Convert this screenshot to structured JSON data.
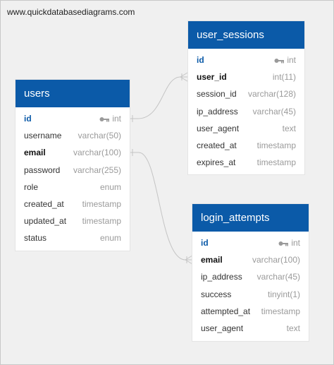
{
  "watermark": "www.quickdatabasediagrams.com",
  "tables": {
    "users": {
      "title": "users",
      "columns": [
        {
          "name": "id",
          "type": "int"
        },
        {
          "name": "username",
          "type": "varchar(50)"
        },
        {
          "name": "email",
          "type": "varchar(100)"
        },
        {
          "name": "password",
          "type": "varchar(255)"
        },
        {
          "name": "role",
          "type": "enum"
        },
        {
          "name": "created_at",
          "type": "timestamp"
        },
        {
          "name": "updated_at",
          "type": "timestamp"
        },
        {
          "name": "status",
          "type": "enum"
        }
      ]
    },
    "user_sessions": {
      "title": "user_sessions",
      "columns": [
        {
          "name": "id",
          "type": "int"
        },
        {
          "name": "user_id",
          "type": "int(11)"
        },
        {
          "name": "session_id",
          "type": "varchar(128)"
        },
        {
          "name": "ip_address",
          "type": "varchar(45)"
        },
        {
          "name": "user_agent",
          "type": "text"
        },
        {
          "name": "created_at",
          "type": "timestamp"
        },
        {
          "name": "expires_at",
          "type": "timestamp"
        }
      ]
    },
    "login_attempts": {
      "title": "login_attempts",
      "columns": [
        {
          "name": "id",
          "type": "int"
        },
        {
          "name": "email",
          "type": "varchar(100)"
        },
        {
          "name": "ip_address",
          "type": "varchar(45)"
        },
        {
          "name": "success",
          "type": "tinyint(1)"
        },
        {
          "name": "attempted_at",
          "type": "timestamp"
        },
        {
          "name": "user_agent",
          "type": "text"
        }
      ]
    }
  },
  "colors": {
    "header": "#0b5aa8",
    "primary_key": "#0b5aa8",
    "type_text": "#9a9a9a",
    "relationship_line": "#c4c4c4",
    "background": "#f0f0f0"
  }
}
